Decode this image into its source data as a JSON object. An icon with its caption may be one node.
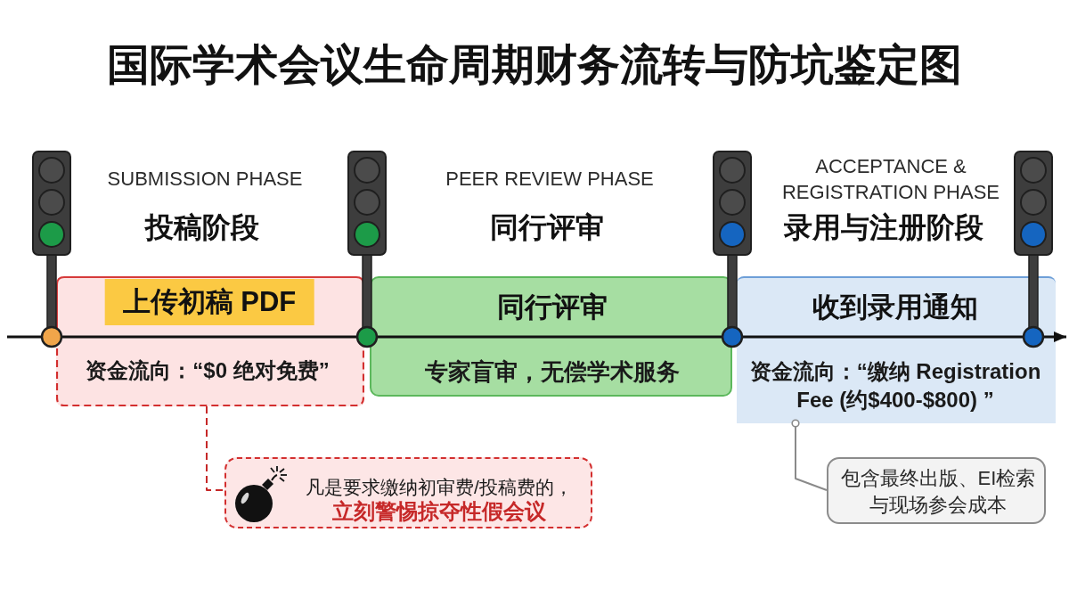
{
  "diagram": {
    "title": "国际学术会议生命周期财务流转与防坑鉴定图",
    "nodes": [
      {
        "text": [
          "上传初稿 PDF",
          "资金流向：“$0 绝对免费”"
        ],
        "beside": [
          "SUBMISSION PHASE",
          "投稿阶段"
        ]
      },
      {
        "text": [
          "同行评审",
          "专家盲审，无偿学术服务"
        ],
        "beside": [
          "PEER REVIEW PHASE",
          "同行评审"
        ]
      },
      {
        "text": [
          "收到录用通知",
          "资金流向：“缴纳 Registration Fee (约$400-$800) ”"
        ],
        "beside": [
          "ACCEPTANCE & REGISTRATION PHASE",
          "录用与注册阶段"
        ]
      },
      {
        "text": [
          "凡是要求缴纳初审费/投稿费的，",
          "立刻警惕掠夺性假会议"
        ]
      },
      {
        "text": [
          "包含最终出版、EI检索与现场参会成本"
        ]
      }
    ],
    "edges": [
      {
        "from": 0,
        "to": 3,
        "arrow": "none",
        "style": "dashed",
        "color": "#c62828"
      },
      {
        "from": 4,
        "to": 2,
        "arrow": "other",
        "color": "#8a8a8a"
      }
    ]
  }
}
